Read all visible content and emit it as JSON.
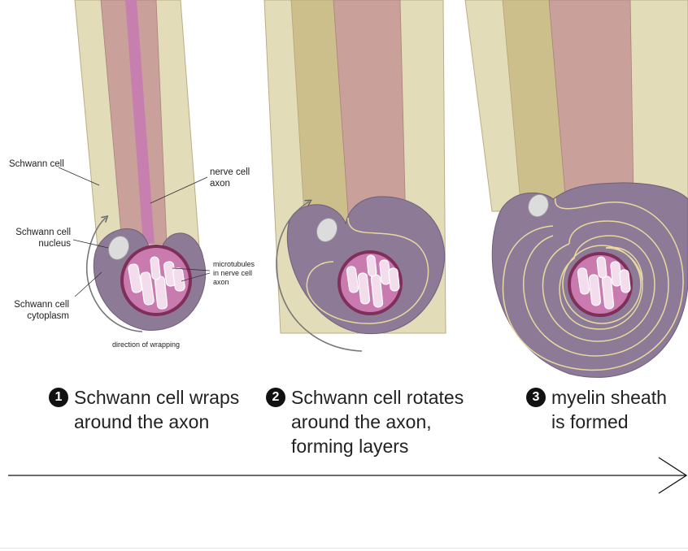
{
  "labels": {
    "schwann_cell": "Schwann cell",
    "nerve_cell_axon": "nerve cell\naxon",
    "schwann_cell_nucleus": "Schwann cell\nnucleus",
    "microtubules": "microtubules\nin nerve cell\naxon",
    "schwann_cell_cytoplasm": "Schwann cell\ncytoplasm",
    "direction_of_wrapping": "direction of wrapping"
  },
  "steps": [
    {
      "number": "1",
      "text": "Schwann cell wraps\naround the axon"
    },
    {
      "number": "2",
      "text": "Schwann cell rotates\naround the axon,\nforming layers"
    },
    {
      "number": "3",
      "text": "myelin sheath\nis formed"
    }
  ],
  "colors": {
    "schwann_outer": "#e3dcb8",
    "schwann_dark_band": "#cdbf8c",
    "axon": "#c9a19a",
    "axon_core": "#c77fb0",
    "cytoplasm": "#8c7a96",
    "axon_cross_section": "#c97bb0",
    "axon_ring": "#7f2f5a",
    "myelin_lines": "#e8d9a0",
    "nucleus": "#dcdcdc"
  }
}
